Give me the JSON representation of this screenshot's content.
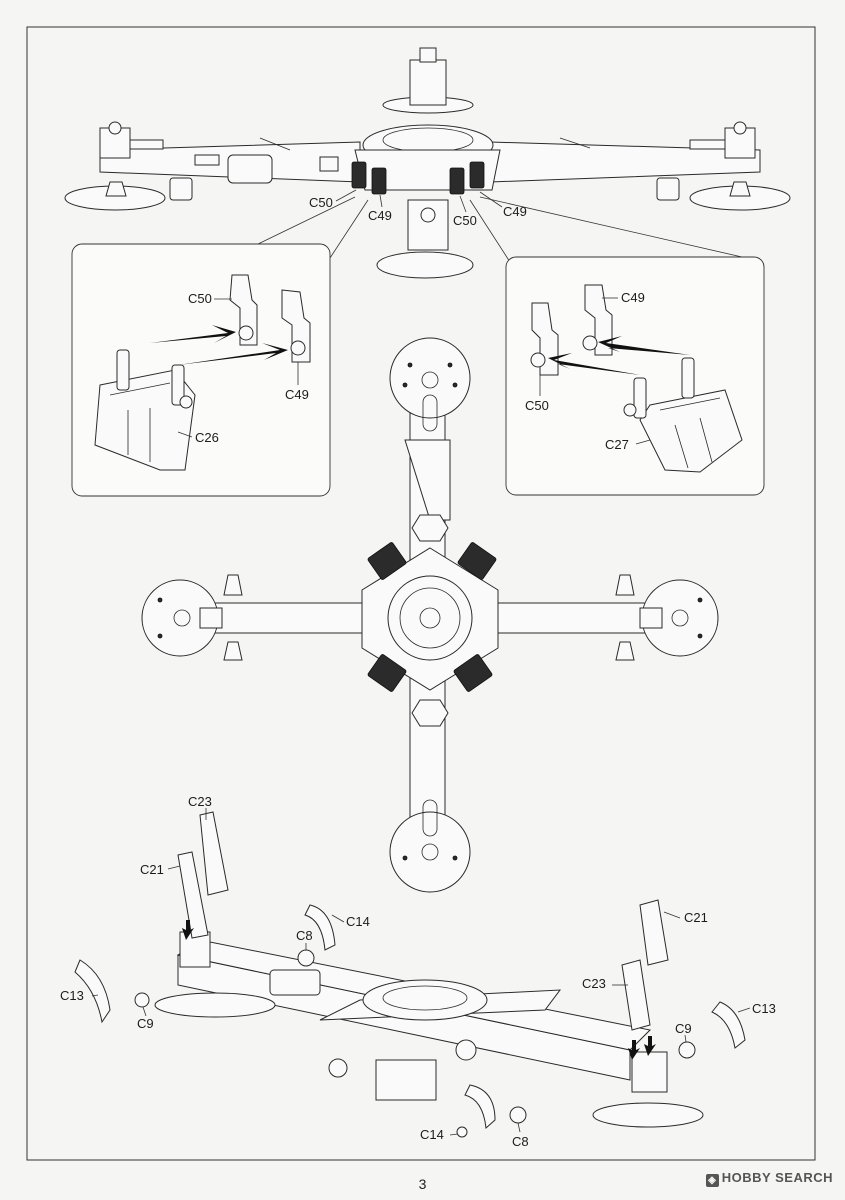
{
  "page": {
    "number": "3"
  },
  "watermark": {
    "text": "HOBBY SEARCH",
    "icon": "hobby-search-logo-icon"
  },
  "top_view": {
    "labels": [
      "C50",
      "C49",
      "C50",
      "C49"
    ]
  },
  "detail_left": {
    "labels": {
      "c50": "C50",
      "c49": "C49",
      "bracket": "C26"
    }
  },
  "detail_right": {
    "labels": {
      "c49": "C49",
      "c50": "C50",
      "bracket": "C27"
    }
  },
  "bottom_view": {
    "labels": {
      "c23_left": "C23",
      "c21_left": "C21",
      "c14_top": "C14",
      "c8_top": "C8",
      "c13_left": "C13",
      "c9_left": "C9",
      "c21_right": "C21",
      "c23_right": "C23",
      "c13_right": "C13",
      "c9_right": "C9",
      "c14_bottom": "C14",
      "c8_bottom": "C8"
    }
  },
  "colors": {
    "line": "#2a2a2a",
    "paper": "#f5f5f3",
    "part": "#2b2b2b"
  }
}
